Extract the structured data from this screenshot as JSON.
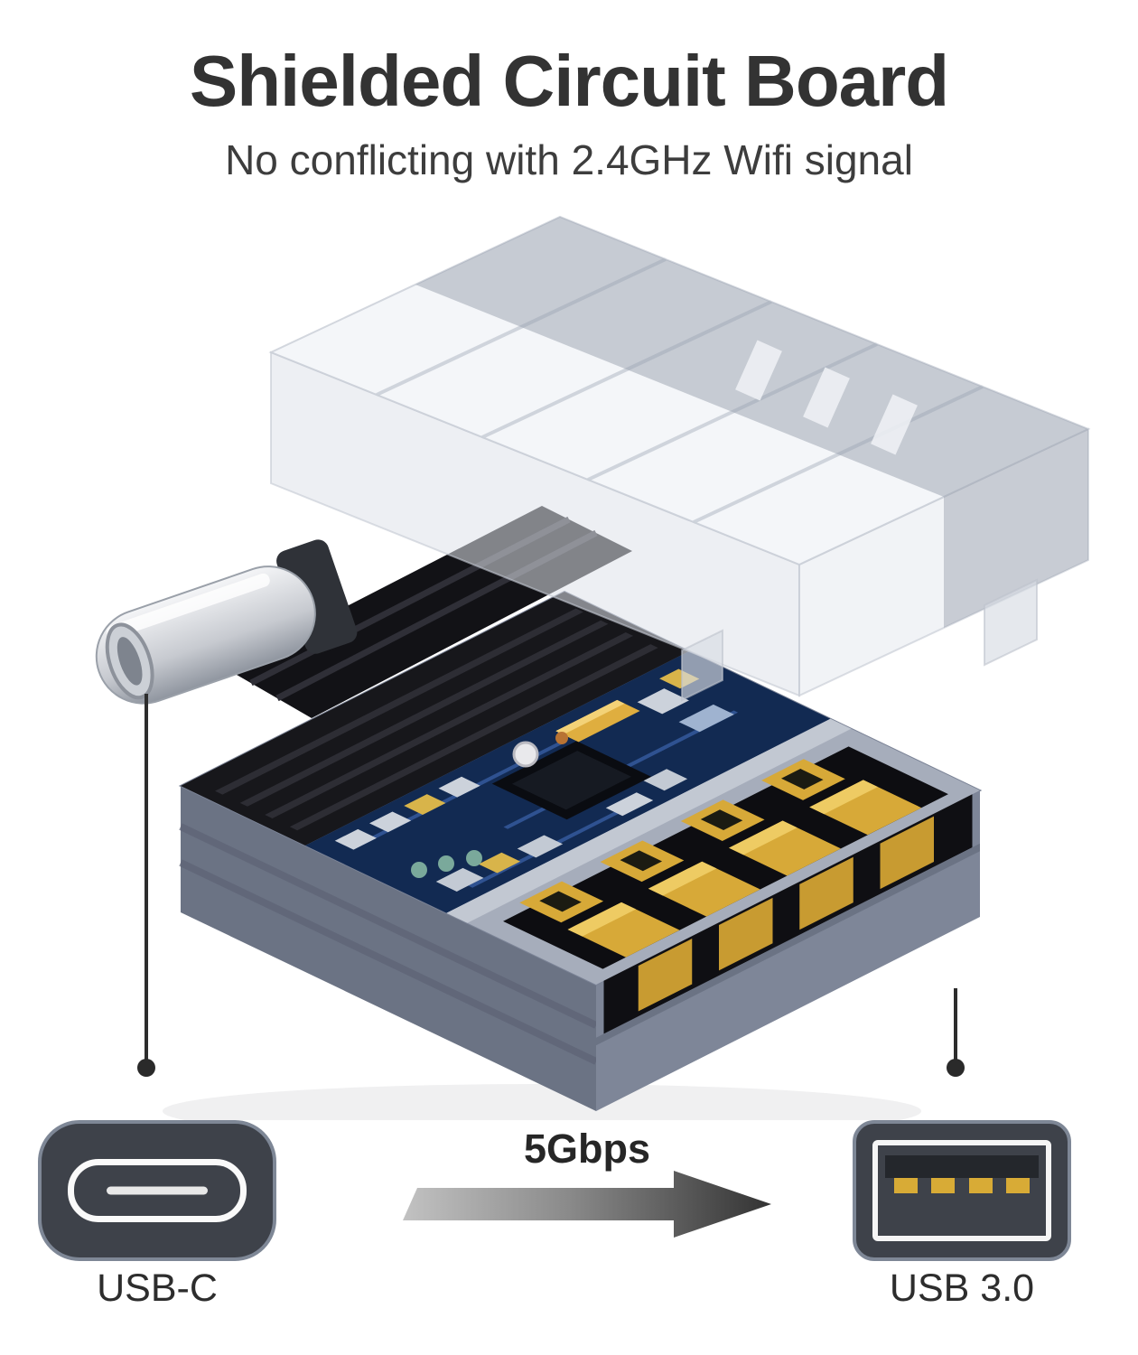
{
  "header": {
    "title": "Shielded Circuit Board",
    "subtitle": "No conflicting with 2.4GHz Wifi signal"
  },
  "diagram": {
    "speed_label": "5Gbps",
    "left_port_label": "USB-C",
    "right_port_label": "USB 3.0",
    "icons": {
      "left_port": "usb-c-port-icon",
      "right_port": "usb-a-port-icon",
      "arrow": "arrow-right-icon",
      "product": "usb-c-to-usb-a-adapter-exploded-view"
    }
  },
  "colors": {
    "background": "#ffffff",
    "title_text": "#333333",
    "body_text": "#2d2d2d",
    "adapter_body": "#8b93a6",
    "pcb": "#122a52",
    "gold_contacts": "#d8ab36",
    "port_icon_background": "#3e424a",
    "port_icon_rim": "#7e8796"
  }
}
